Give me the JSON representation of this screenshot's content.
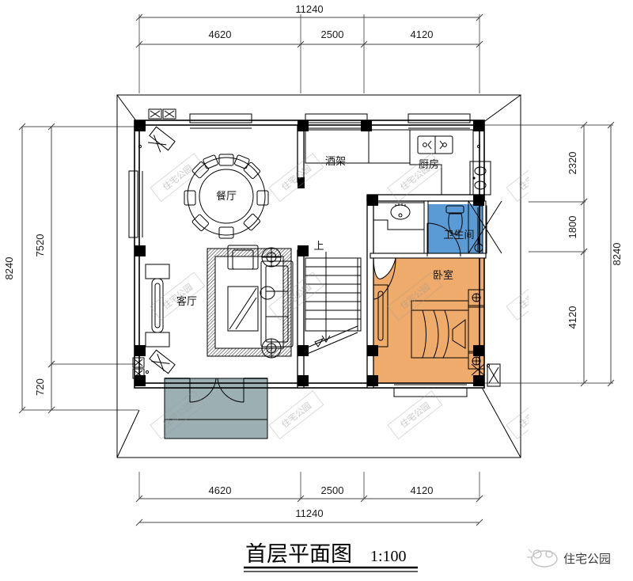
{
  "document": {
    "title": "首层平面图",
    "scale": "1:100",
    "drawing_type": "architectural-floor-plan"
  },
  "footer": {
    "brand": "住宅公园",
    "logo_icon": "cloud-logo-icon"
  },
  "watermark": {
    "text": "住宅公园",
    "repeat": true
  },
  "dimensions": {
    "top": {
      "overall": "11240",
      "segments": [
        "4620",
        "2500",
        "4120"
      ]
    },
    "bottom": {
      "overall": "11240",
      "segments": [
        "4620",
        "2500",
        "4120"
      ]
    },
    "left": {
      "overall": "8240",
      "segments": [
        "7520",
        "720"
      ]
    },
    "right": {
      "overall": "8240",
      "segments": [
        "2320",
        "1800",
        "4120"
      ]
    }
  },
  "rooms": [
    {
      "id": "dining",
      "label": "餐厅",
      "fill": "#ffffff"
    },
    {
      "id": "living",
      "label": "客厅",
      "fill": "#ffffff"
    },
    {
      "id": "wine-rack",
      "label": "酒架",
      "fill": "#ffffff"
    },
    {
      "id": "kitchen",
      "label": "厨房",
      "fill": "#ffffff"
    },
    {
      "id": "bathroom",
      "label": "卫生间",
      "fill": "#5b9bd5"
    },
    {
      "id": "bedroom",
      "label": "卧室",
      "fill": "#efab6b"
    },
    {
      "id": "porch",
      "label": "",
      "fill": "#9cafb2"
    }
  ],
  "annotations": {
    "stair_up": "上"
  },
  "colors": {
    "bathroom_blue": "#5b9bd5",
    "bedroom_orange": "#efab6b",
    "porch_gray": "#9cafb2",
    "wall_black": "#000000",
    "paper_white": "#ffffff",
    "dimension_gray": "#444444"
  }
}
